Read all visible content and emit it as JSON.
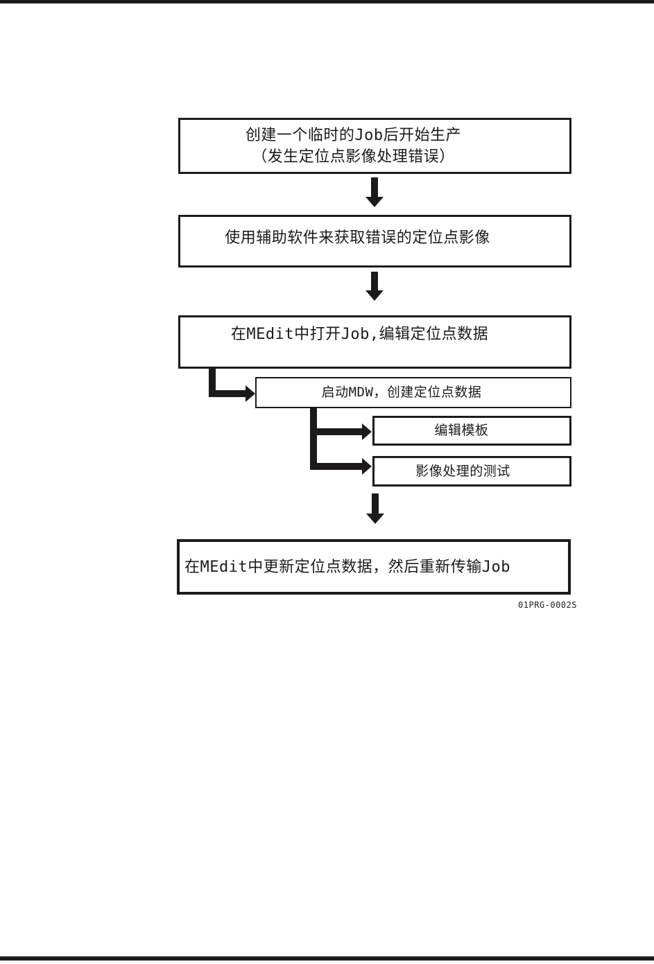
{
  "theme": {
    "ink": "#1d1a1b",
    "paper": "#ffffff"
  },
  "figure": {
    "code": "01PRG-0002S"
  },
  "flowchart": {
    "steps": [
      {
        "lines": [
          "创建一个临时的Job后开始生产",
          "（发生定位点影像处理错误）"
        ]
      },
      {
        "label": "使用辅助软件来获取错误的定位点影像"
      },
      {
        "label": "在MEdit中打开Job,编辑定位点数据"
      },
      {
        "label": "启动MDW，创建定位点数据"
      },
      {
        "label": "编辑模板"
      },
      {
        "label": "影像处理的测试"
      },
      {
        "label": "在MEdit中更新定位点数据，然后重新传输Job"
      }
    ]
  }
}
